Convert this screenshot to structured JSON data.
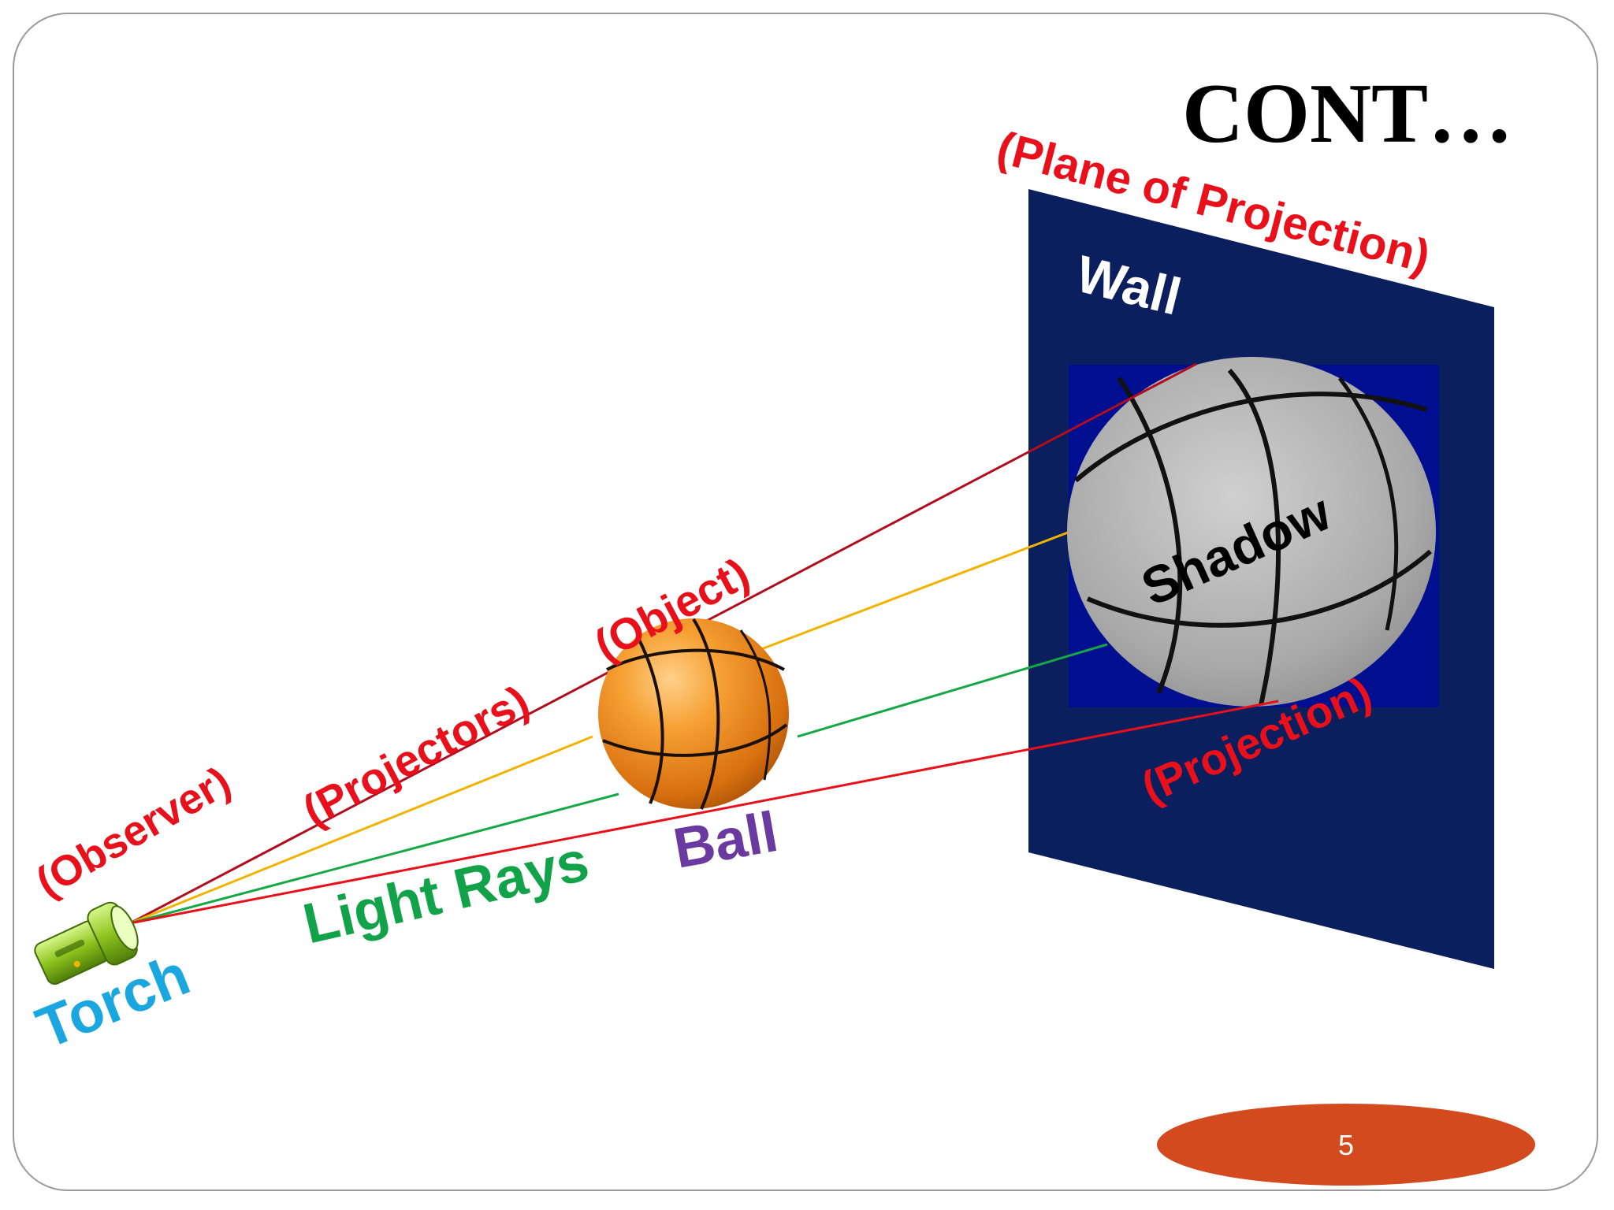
{
  "slide": {
    "title": "CONT…",
    "page_number": "5"
  },
  "labels": {
    "plane_of_projection": "(Plane of Projection)",
    "wall": "Wall",
    "shadow": "Shadow",
    "projection": "(Projection)",
    "object": "(Object)",
    "projectors": "(Projectors)",
    "observer": "(Observer)",
    "light_rays": "Light Rays",
    "ball": "Ball",
    "torch": "Torch"
  },
  "colors": {
    "wall": "#0b1f5e",
    "ray_top": "#b00e1e",
    "ray_yellow": "#f0b400",
    "ray_green": "#15a845",
    "ray_bottom": "#e8101a",
    "red_label": "#e8101a",
    "green_label": "#12a34a",
    "purple_label": "#6a3aa0",
    "torch_label": "#1aa7e0",
    "page_badge": "#d24a1e"
  }
}
